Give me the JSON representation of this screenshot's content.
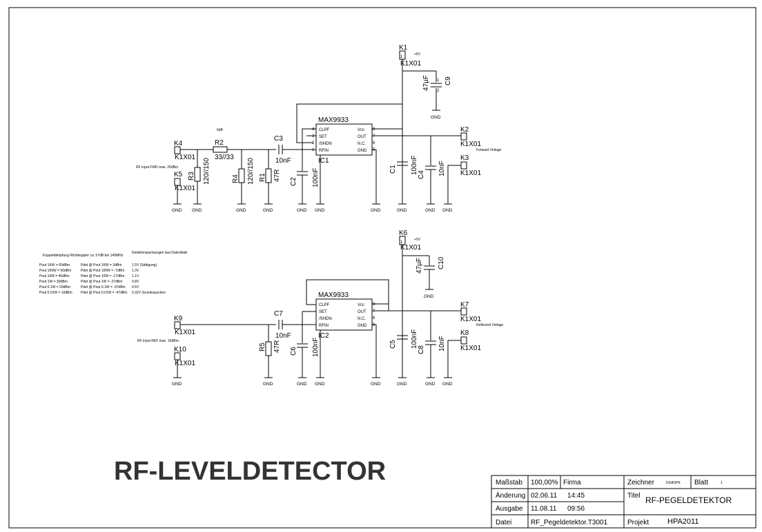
{
  "title_text": "RF-LEVELDETECTOR",
  "gnd": "GND",
  "k1x01": "K1X01",
  "pins": {
    "p1": "1",
    "p2": "2",
    "p3": "3",
    "p4": "4",
    "p5": "5",
    "p6": "6",
    "p7": "7",
    "p8": "8"
  },
  "ic_pins": {
    "clpf": "CLPF",
    "set": "SET",
    "shdn": "/SHDN",
    "rfin": "RFIN",
    "vcc": "Vcc",
    "out": "OUT",
    "nc": "N.C.",
    "gnd": "GND"
  },
  "top": {
    "k1": "K1",
    "k4": "K4",
    "k5": "K5",
    "k2": "K2",
    "k3": "K3",
    "plus5v": "+5V",
    "c9": "C9",
    "c9_val": "47µF",
    "ic_name": "MAX9933",
    "ic_ref": "IC1",
    "r2": "R2",
    "r2_val": "33//33",
    "r2_note": "6dB",
    "r3": "R3",
    "r3_val": "120//150",
    "r4": "R4",
    "r4_val": "120//150",
    "r1": "R1",
    "r1_val": "47R",
    "c3": "C3",
    "c3_val": "10nF",
    "c2": "C2",
    "c2_val": "100nF",
    "c1": "C1",
    "c1_val": "100nF",
    "c4": "C4",
    "c4_val": "10nF",
    "input_note": "RF input FWD max. 26dBm",
    "output_note": "Forward Voltage"
  },
  "bottom": {
    "k6": "K6",
    "k9": "K9",
    "k10": "K10",
    "k7": "K7",
    "k8": "K8",
    "plus5v": "+5V",
    "c10": "C10",
    "c10_val": "47µF",
    "ic_name": "MAX9933",
    "ic_ref": "IC2",
    "c7": "C7",
    "c7_val": "10nF",
    "r5": "R5",
    "r5_val": "47R",
    "c6": "C6",
    "c6_val": "100nF",
    "c5": "C5",
    "c5_val": "100nF",
    "c8": "C8",
    "c8_val": "10nF",
    "input_note": "RF input REF max. 16dBm",
    "output_note": "Reflected Voltage"
  },
  "notes": {
    "heading_left": "Koppeldämpfung Richtkoppler ca. 57dB bei 145MHz",
    "heading_right": "Detektorspannungen laut Datenblatt",
    "rows": [
      [
        "Pout 1KW = 60dBm",
        "Pdet @ Pout 1KW = 3dBm",
        "1.5V (Sättigung)"
      ],
      [
        "Pout 100W = 50dBm",
        "Pdet @ Pout 100W = -7dBm",
        "1.3V"
      ],
      [
        "Pout 10W = 40dBm",
        "Pdet @ Pout 10W = -17dBm",
        "1.1V"
      ],
      [
        "Pout 1W = 30dBm",
        "Pdet @ Pout 1W = -27dBm",
        "0.8V"
      ],
      [
        "Pout 0.1W = 20dBm",
        "Pdet @ Pout 0.1W = -37dBm",
        "0.5V"
      ],
      [
        "Pout 0.01W = 10dBm",
        "Pdet @ Pout 0.01W = -47dBm",
        "0.32V Grundrauschen"
      ]
    ]
  },
  "titleblock": {
    "massstab_label": "Maßstab",
    "massstab_value": "100,00%",
    "firma_label": "Firma",
    "zeichner_label": "Zeichner",
    "zeichner_value": "DG8OPK",
    "blatt_label": "Blatt",
    "blatt_value": "1",
    "aenderung_label": "Änderung",
    "aenderung_date": "02.06.11",
    "aenderung_time": "14:45",
    "titel_label": "Titel",
    "titel_value": "RF-PEGELDETEKTOR",
    "ausgabe_label": "Ausgabe",
    "ausgabe_date": "11.08.11",
    "ausgabe_time": "09:56",
    "datei_label": "Datei",
    "datei_value": "RF_Pegeldetektor.T3001",
    "projekt_label": "Projekt",
    "projekt_value": "HPA2011"
  }
}
